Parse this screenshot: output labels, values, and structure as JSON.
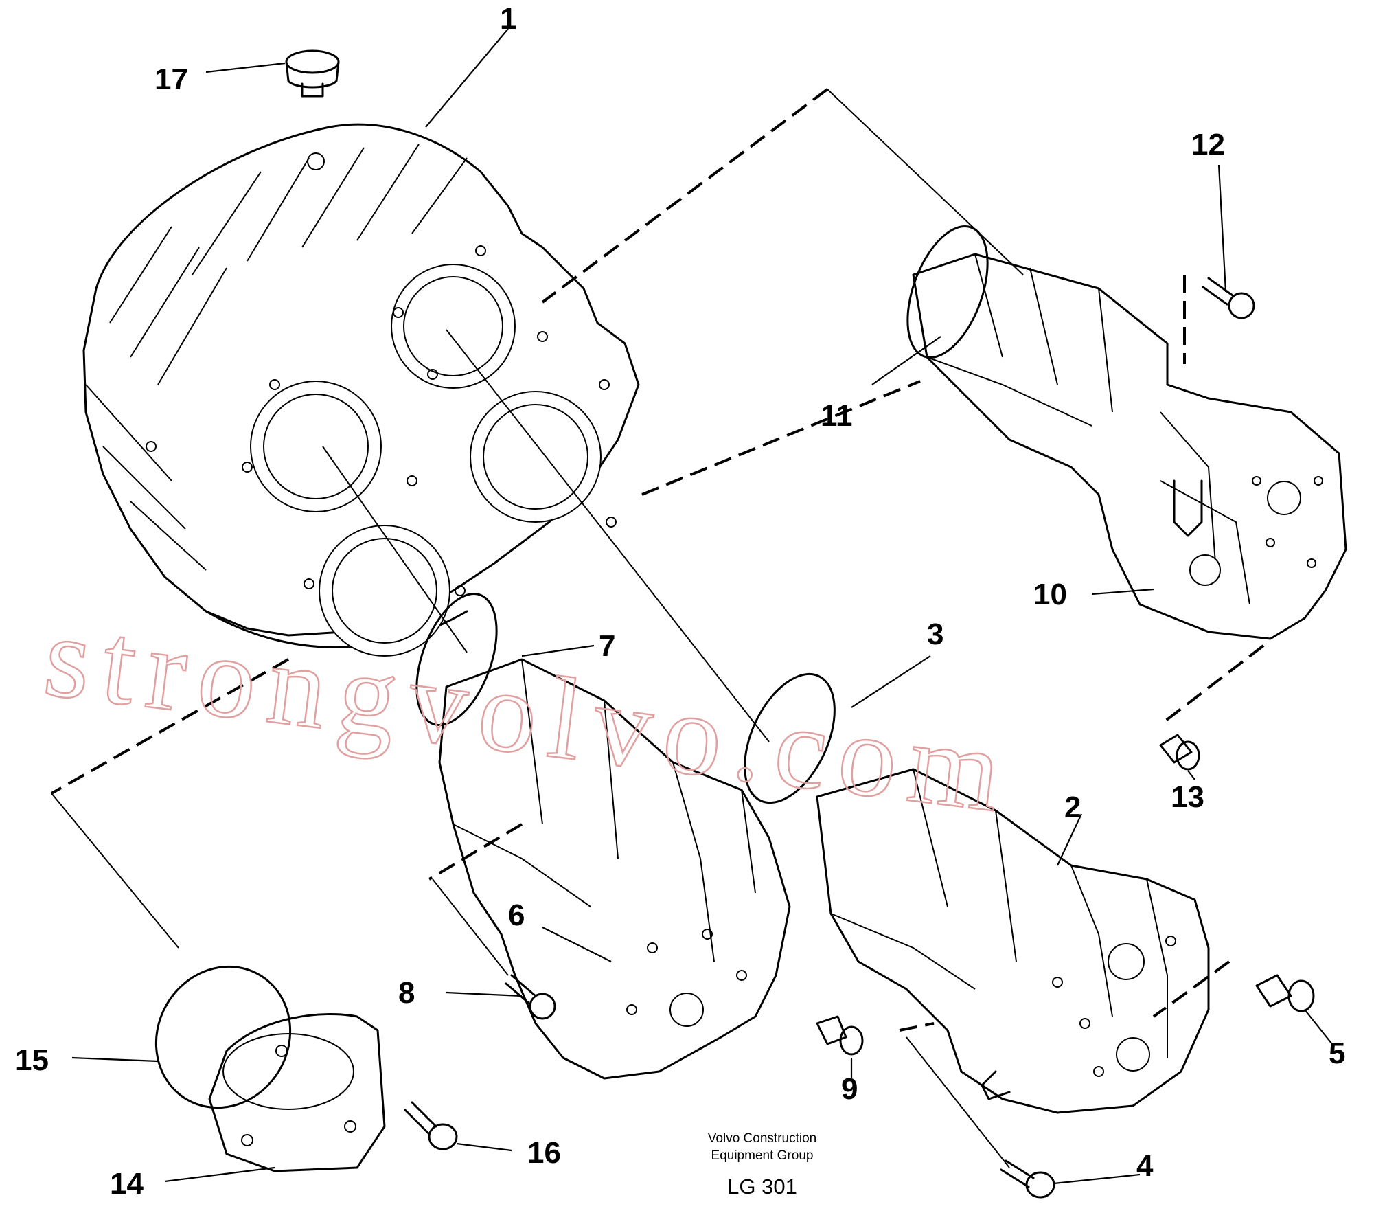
{
  "drawing": {
    "callouts": [
      {
        "id": "1",
        "label": "1"
      },
      {
        "id": "2",
        "label": "2"
      },
      {
        "id": "3",
        "label": "3"
      },
      {
        "id": "4",
        "label": "4"
      },
      {
        "id": "5",
        "label": "5"
      },
      {
        "id": "6",
        "label": "6"
      },
      {
        "id": "7",
        "label": "7"
      },
      {
        "id": "8",
        "label": "8"
      },
      {
        "id": "9",
        "label": "9"
      },
      {
        "id": "10",
        "label": "10"
      },
      {
        "id": "11",
        "label": "11"
      },
      {
        "id": "12",
        "label": "12"
      },
      {
        "id": "13",
        "label": "13"
      },
      {
        "id": "14",
        "label": "14"
      },
      {
        "id": "15",
        "label": "15"
      },
      {
        "id": "16",
        "label": "16"
      },
      {
        "id": "17",
        "label": "17"
      }
    ],
    "caption_line1": "Volvo Construction",
    "caption_line2": "Equipment Group",
    "drawing_number": "LG 301",
    "watermark": "strongvolvo.com"
  }
}
